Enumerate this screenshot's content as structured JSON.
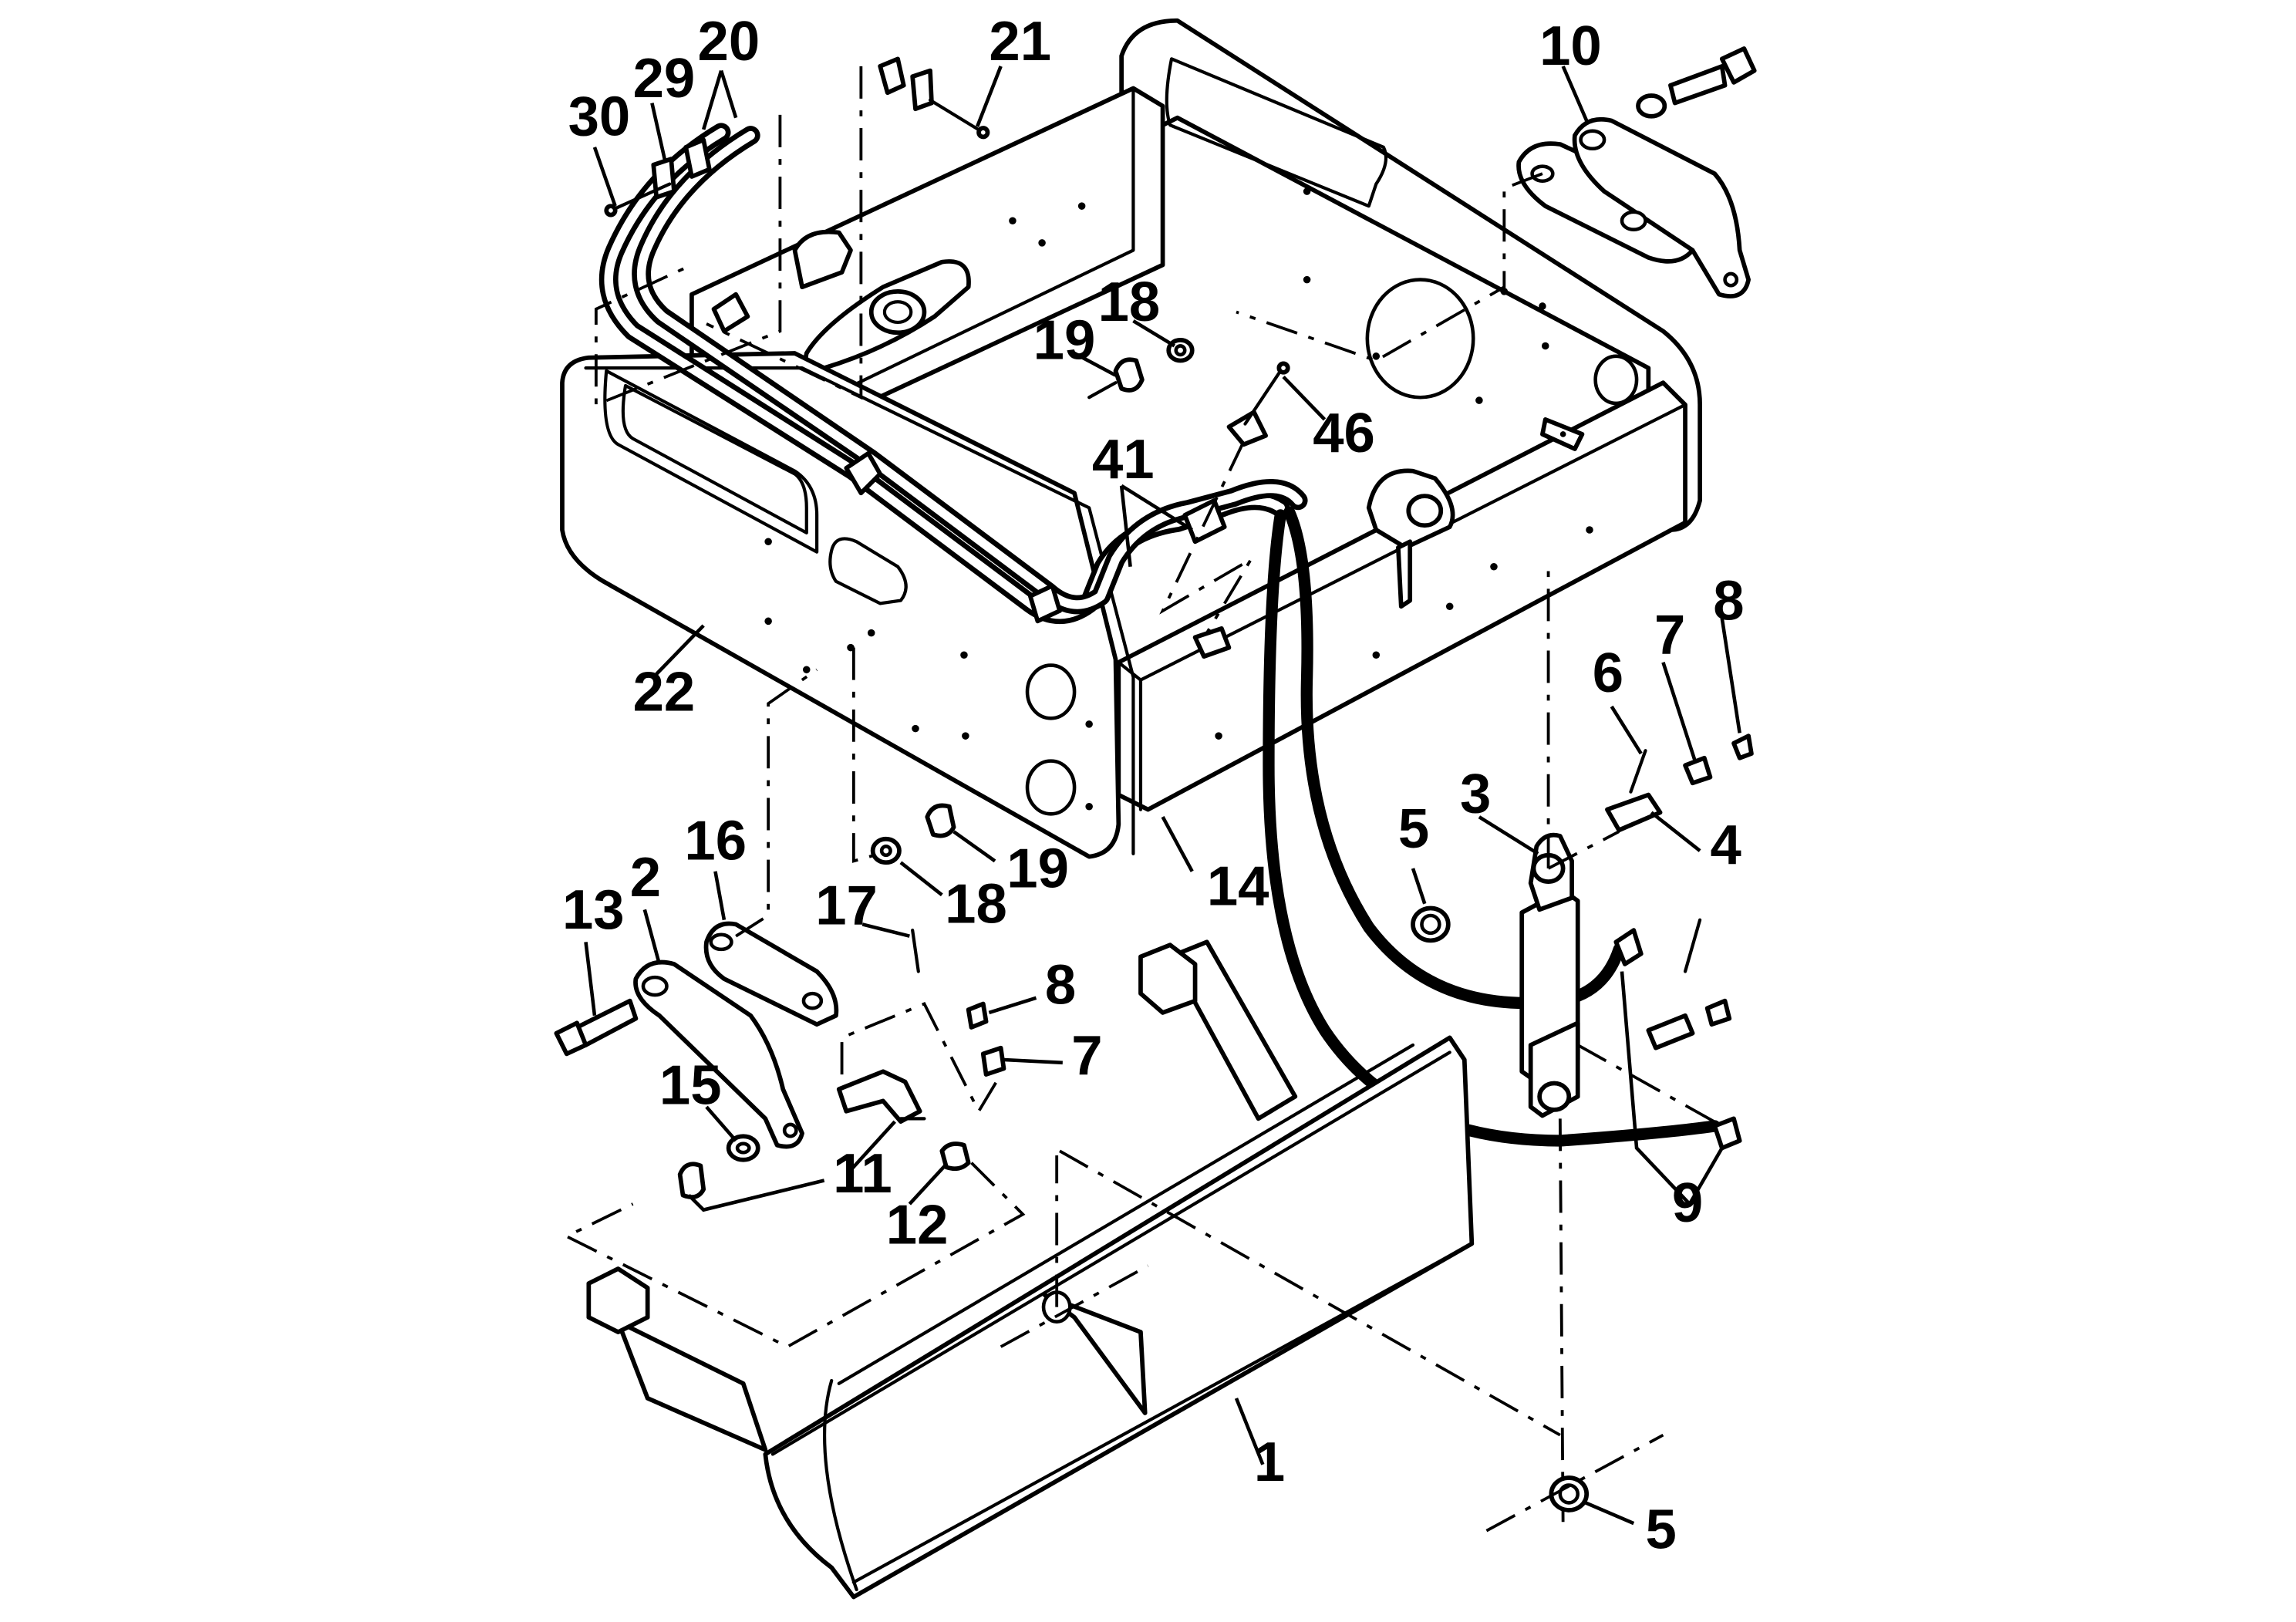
{
  "callouts": [
    {
      "id": "c1",
      "text": "1"
    },
    {
      "id": "c2",
      "text": "2"
    },
    {
      "id": "c3",
      "text": "3"
    },
    {
      "id": "c4",
      "text": "4"
    },
    {
      "id": "c5a",
      "text": "5"
    },
    {
      "id": "c5b",
      "text": "5"
    },
    {
      "id": "c6",
      "text": "6"
    },
    {
      "id": "c7a",
      "text": "7"
    },
    {
      "id": "c7b",
      "text": "7"
    },
    {
      "id": "c8a",
      "text": "8"
    },
    {
      "id": "c8b",
      "text": "8"
    },
    {
      "id": "c9",
      "text": "9"
    },
    {
      "id": "c10",
      "text": "10"
    },
    {
      "id": "c11",
      "text": "11"
    },
    {
      "id": "c12",
      "text": "12"
    },
    {
      "id": "c13",
      "text": "13"
    },
    {
      "id": "c14",
      "text": "14"
    },
    {
      "id": "c15",
      "text": "15"
    },
    {
      "id": "c16",
      "text": "16"
    },
    {
      "id": "c17",
      "text": "17"
    },
    {
      "id": "c18a",
      "text": "18"
    },
    {
      "id": "c18b",
      "text": "18"
    },
    {
      "id": "c19a",
      "text": "19"
    },
    {
      "id": "c19b",
      "text": "19"
    },
    {
      "id": "c20",
      "text": "20"
    },
    {
      "id": "c21",
      "text": "21"
    },
    {
      "id": "c22",
      "text": "22"
    },
    {
      "id": "c29",
      "text": "29"
    },
    {
      "id": "c30",
      "text": "30"
    },
    {
      "id": "c41",
      "text": "41"
    },
    {
      "id": "c46",
      "text": "46"
    }
  ]
}
